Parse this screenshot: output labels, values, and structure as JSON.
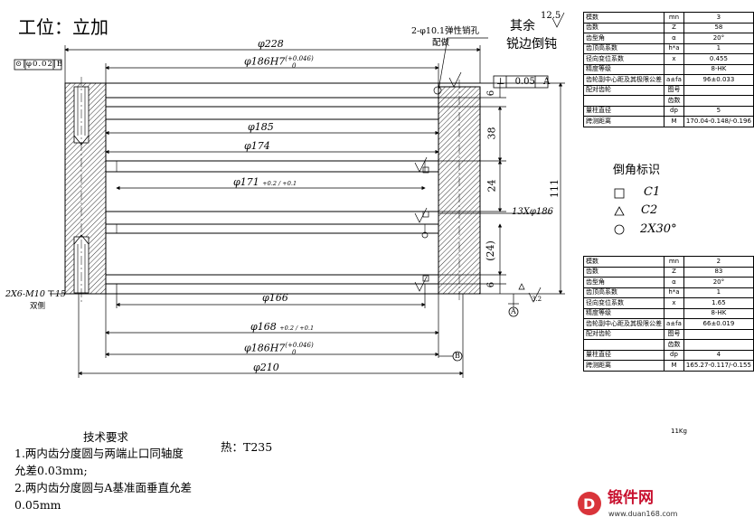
{
  "title": "工位：立加",
  "corner_note": {
    "roughness": "12.5",
    "line1": "其余",
    "line2": "锐边倒钝"
  },
  "pin_note": {
    "line1": "2-φ10.1弹性销孔",
    "line2": "配做"
  },
  "datum_flag": "⊙|φ0.02|B",
  "perp_flag": {
    "sym": "⊥",
    "value": "0.05",
    "datum": "A"
  },
  "dims": {
    "d228": "φ228",
    "d186h7_top": "φ186H7",
    "tol_top": "+0.046",
    "tol_top2": "0",
    "d185": "φ185",
    "d174": "φ174",
    "d171": "φ171",
    "d171_tol": "+0.2 / +0.1",
    "d166": "φ166",
    "d168": "φ168",
    "d168_tol": "+0.2 / +0.1",
    "d186h7_bot": "φ186H7",
    "tol_bot": "+0.046",
    "tol_bot2": "0",
    "d210": "φ210",
    "h6_top": "6",
    "h38": "38",
    "h24": "24",
    "h24b": "(24)",
    "h6_bot": "6",
    "h111": "111",
    "spline": "13Xφ186",
    "screw": "2X6-M10",
    "screw_depth": "15",
    "both_sides": "双侧",
    "rough_small": "3.2",
    "datum_a": "A",
    "datum_b": "B"
  },
  "gear_table_top": {
    "rows": [
      [
        "模数",
        "mn",
        "3"
      ],
      [
        "齿数",
        "Z",
        "58"
      ],
      [
        "齿型角",
        "α",
        "20°"
      ],
      [
        "齿顶高系数",
        "h*a",
        "1"
      ],
      [
        "径向变位系数",
        "x",
        "0.455"
      ],
      [
        "精度等级",
        "",
        "8-HK"
      ],
      [
        "齿轮副中心距及其极限公差",
        "a±fa",
        "96±0.033"
      ],
      [
        "配对齿轮",
        "图号",
        ""
      ],
      [
        "",
        "齿数",
        ""
      ],
      [
        "量柱直径",
        "dp",
        "5"
      ],
      [
        "跨测距离",
        "M",
        "170.04-0.148/-0.196"
      ]
    ]
  },
  "gear_table_bottom": {
    "rows": [
      [
        "模数",
        "mn",
        "2"
      ],
      [
        "齿数",
        "Z",
        "83"
      ],
      [
        "齿型角",
        "α",
        "20°"
      ],
      [
        "齿顶高系数",
        "h*a",
        "1"
      ],
      [
        "径向变位系数",
        "x",
        "1.65"
      ],
      [
        "精度等级",
        "",
        "8-HK"
      ],
      [
        "齿轮副中心距及其极限公差",
        "a±fa",
        "66±0.019"
      ],
      [
        "配对齿轮",
        "图号",
        ""
      ],
      [
        "",
        "齿数",
        ""
      ],
      [
        "量柱直径",
        "dp",
        "4"
      ],
      [
        "跨测距离",
        "M",
        "165.27-0.117/-0.155"
      ]
    ]
  },
  "chamfer_legend": {
    "title": "倒角标识",
    "items": [
      {
        "symbol": "□",
        "label": "C1"
      },
      {
        "symbol": "△",
        "label": "C2"
      },
      {
        "symbol": "○",
        "label": "2X30°"
      }
    ]
  },
  "weight": "11Kg",
  "tech": {
    "title": "技术要求",
    "heat": "热：T235",
    "line1": "1.两内齿分度圆与两端止口同轴度",
    "line2": "允差0.03mm;",
    "line3": "2.两内齿分度圆与A基准面垂直允差",
    "line4": "0.05mm"
  },
  "watermark": {
    "name": "锻件网",
    "url": "www.duan168.com"
  }
}
